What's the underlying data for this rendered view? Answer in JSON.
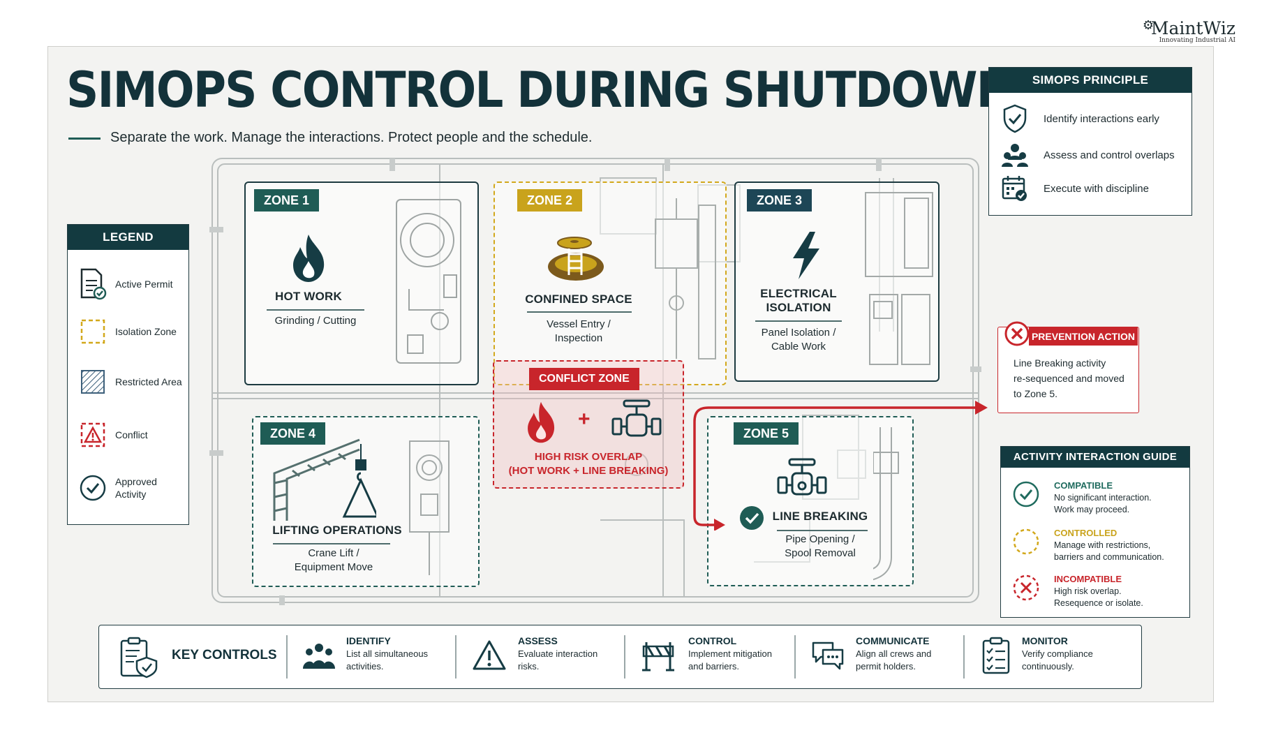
{
  "brand": {
    "name": "MaintWiz",
    "tagline": "Innovating Industrial AI"
  },
  "title": "SIMOPS CONTROL DURING SHUTDOWNS",
  "subtitle": "Separate the work. Manage the interactions. Protect people and the schedule.",
  "legend": {
    "header": "LEGEND",
    "items": [
      {
        "label": "Active Permit",
        "icon": "permit-document-icon"
      },
      {
        "label": "Isolation Zone",
        "icon": "dashed-yellow-box-icon"
      },
      {
        "label": "Restricted Area",
        "icon": "hatched-box-icon"
      },
      {
        "label": "Conflict",
        "icon": "warning-icon"
      },
      {
        "label": "Approved Activity",
        "icon": "check-circle-icon"
      }
    ]
  },
  "principle": {
    "header": "SIMOPS PRINCIPLE",
    "items": [
      {
        "label": "Identify interactions early",
        "icon": "shield-check-icon"
      },
      {
        "label": "Assess and control overlaps",
        "icon": "people-icon"
      },
      {
        "label": "Execute with discipline",
        "icon": "calendar-check-icon"
      }
    ]
  },
  "zones": [
    {
      "tag": "ZONE 1",
      "title": "HOT WORK",
      "sub": "Grinding / Cutting",
      "color": "#1f5c55"
    },
    {
      "tag": "ZONE 2",
      "title": "CONFINED SPACE",
      "sub1": "Vessel Entry /",
      "sub2": "Inspection",
      "color": "#c9a31c"
    },
    {
      "tag": "ZONE 3",
      "title1": "ELECTRICAL",
      "title2": "ISOLATION",
      "sub1": "Panel Isolation /",
      "sub2": "Cable Work",
      "color": "#1d4656"
    },
    {
      "tag": "ZONE 4",
      "title": "LIFTING OPERATIONS",
      "sub1": "Crane Lift /",
      "sub2": "Equipment Move",
      "color": "#1f5c55"
    },
    {
      "tag": "ZONE 5",
      "title": "LINE BREAKING",
      "sub1": "Pipe Opening /",
      "sub2": "Spool Removal",
      "color": "#1f5c55"
    }
  ],
  "conflict": {
    "tag": "CONFLICT ZONE",
    "plus": "+",
    "line1": "HIGH RISK OVERLAP",
    "line2": "(HOT WORK + LINE BREAKING)",
    "color": "#c8252b"
  },
  "prevention": {
    "header": "PREVENTION ACTION",
    "text1": "Line Breaking activity",
    "text2": "re-sequenced and moved",
    "text3": "to Zone 5."
  },
  "guide": {
    "header": "ACTIVITY INTERACTION GUIDE",
    "items": [
      {
        "title": "COMPATIBLE",
        "d1": "No significant interaction.",
        "d2": "Work may proceed.",
        "color": "#1f6b5e"
      },
      {
        "title": "CONTROLLED",
        "d1": "Manage with restrictions,",
        "d2": "barriers and communication.",
        "color": "#c9a31c"
      },
      {
        "title": "INCOMPATIBLE",
        "d1": "High risk overlap.",
        "d2": "Resequence or isolate.",
        "color": "#c8252b"
      }
    ]
  },
  "key_controls": {
    "label": "KEY CONTROLS",
    "items": [
      {
        "title": "IDENTIFY",
        "d1": "List all simultaneous",
        "d2": "activities.",
        "icon": "team-icon"
      },
      {
        "title": "ASSESS",
        "d1": "Evaluate interaction",
        "d2": "risks.",
        "icon": "warning-icon"
      },
      {
        "title": "CONTROL",
        "d1": "Implement mitigation",
        "d2": "and barriers.",
        "icon": "barrier-icon"
      },
      {
        "title": "COMMUNICATE",
        "d1": "Align all crews and",
        "d2": "permit holders.",
        "icon": "chat-icon"
      },
      {
        "title": "MONITOR",
        "d1": "Verify compliance",
        "d2": "continuously.",
        "icon": "checklist-icon"
      }
    ]
  }
}
